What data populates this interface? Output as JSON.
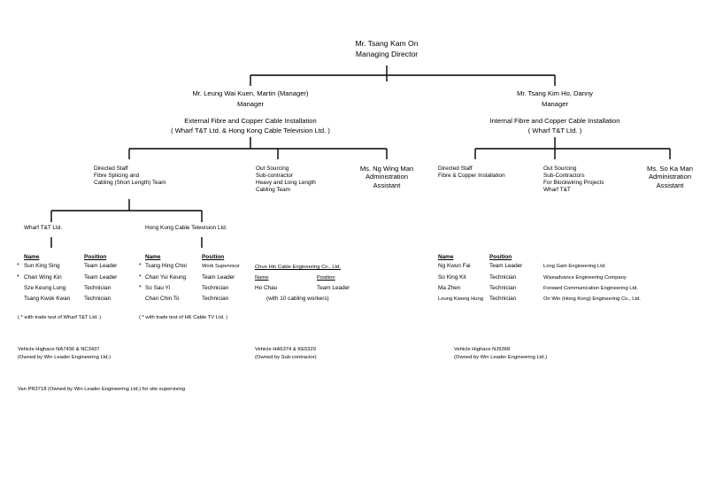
{
  "top": {
    "name": "Mr. Tsang Kam On",
    "title": "Managing Director"
  },
  "left_mgr": {
    "name": "Mr. Leung Wai Kuen, Martin   (Manager)",
    "title": "Manager",
    "dept": "External Fibre and Copper Cable Installation",
    "dept2": "( Wharf T&T Ltd. & Hong Kong Cable Television Ltd. )"
  },
  "right_mgr": {
    "name": "Mr. Tsang Kim Ho, Danny",
    "title": "Manager",
    "dept": "Internal Fibre and Copper Cable Installation",
    "dept2": "( Wharf T&T Ltd.  )"
  },
  "left_branches": {
    "directed": [
      "Directed Staff",
      "Fibre Splicing and",
      "Cabling (Short Length) Team"
    ],
    "outsourcing": [
      "Out Sourcing",
      "Sub-contractor",
      "Heavy and Long Length",
      "Cabling Team"
    ],
    "admin": [
      "Ms. Ng Wing Man",
      "Administration",
      "Assistant"
    ]
  },
  "right_branches": {
    "directed": [
      "Directed Staff",
      "Fibre & Copper Installation"
    ],
    "outsourcing": [
      "Out Sourcing",
      "Sub-Contractors",
      "For Blockwiring Projects",
      "Wharf T&T"
    ],
    "admin": [
      "Ms. So Ka Man",
      "Administration",
      "Assistant"
    ]
  },
  "wharf": {
    "label": "Wharf T&T Ltd.",
    "name_hdr": "Name",
    "pos_hdr": "Position",
    "rows": [
      {
        "name": "Sun King Sing",
        "pos": "Team Leader",
        "star": true
      },
      {
        "name": "Chan Wing Kin",
        "pos": "Team Leader",
        "star": true
      },
      {
        "name": "Sze Keung Lung",
        "pos": "Technician",
        "star": false
      },
      {
        "name": "Tsang Kwok Kwan",
        "pos": "Technician",
        "star": false
      }
    ],
    "note": "( * with trade test of Wharf T&T Ltd. )"
  },
  "hkcable": {
    "label": "Hong Kong Cable Television Ltd.",
    "name_hdr": "Name",
    "pos_hdr": "Position",
    "rows": [
      {
        "name": "Tsang Hing Choi",
        "pos": "Work Supervisor",
        "star": true
      },
      {
        "name": "Chan Yui Keung",
        "pos": "Team Leader",
        "star": true
      },
      {
        "name": "So Sau Yi",
        "pos": "Technician",
        "star": true
      },
      {
        "name": "Chan Chin To",
        "pos": "Technician",
        "star": false
      }
    ],
    "note": "( * with trade test of HK Cable TV Ltd. )"
  },
  "chunhin": {
    "company": "Chun Hin Cable Engineering Co., Ltd.",
    "name_hdr": "Name",
    "pos_hdr": "Position",
    "name": "Ho Chau",
    "pos": "Team Leader",
    "workers": "(with 10 cabling workers)"
  },
  "right_team": {
    "name_hdr": "Name",
    "pos_hdr": "Position",
    "rows": [
      {
        "name": "Ng Kwun Fai",
        "pos": "Team Leader",
        "company": "Long Gain Engineering Ltd."
      },
      {
        "name": "So King Kit",
        "pos": "Technician",
        "company": "Wiseadvance Engineering Company"
      },
      {
        "name": "Ma Zhen",
        "pos": "Technician",
        "company": "Forward Communication Engineering Ltd."
      },
      {
        "name": "Leung Kwong Hung",
        "pos": "Technician",
        "company": "On Win (Hong Kong) Engineering Co., Ltd."
      }
    ]
  },
  "vehicles": {
    "left": [
      "Vehicle Highace  NA7436 & NC3437",
      "(Owned by Win Leader Engineering Ltd.)"
    ],
    "mid": [
      "Vehicle   HA6374 & KE5329",
      "(Owned by Sub-contractor)"
    ],
    "right": [
      "Vehicle Highace  NJ9368",
      "(Owned by Win Leader Engineering Ltd.)"
    ],
    "van": "Van PR3718 (Owned by Win Leader Engineering Ltd.) for site supervising"
  }
}
